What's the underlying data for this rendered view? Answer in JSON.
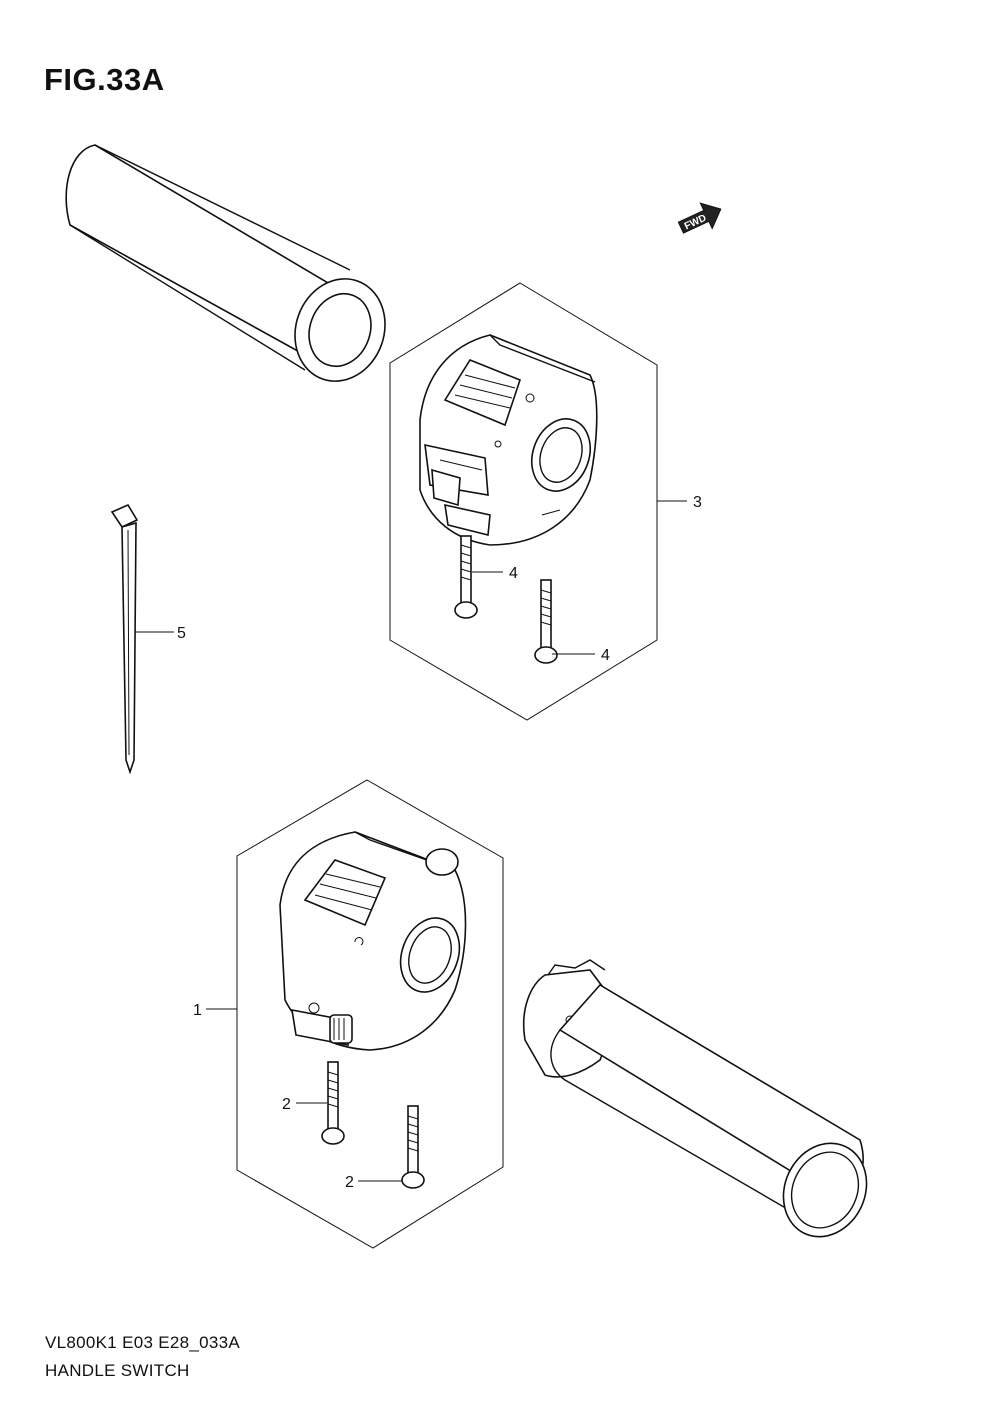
{
  "figure": {
    "title": "FIG.33A"
  },
  "fwd_badge": {
    "label": "FWD",
    "icon": "fwd-arrow-icon"
  },
  "callouts": [
    {
      "id": "c1",
      "number": "1"
    },
    {
      "id": "c2a",
      "number": "2"
    },
    {
      "id": "c2b",
      "number": "2"
    },
    {
      "id": "c3",
      "number": "3"
    },
    {
      "id": "c4a",
      "number": "4"
    },
    {
      "id": "c4b",
      "number": "4"
    },
    {
      "id": "c5",
      "number": "5"
    }
  ],
  "footer": {
    "code": "VL800K1 E03 E28_033A",
    "name": "HANDLE SWITCH"
  },
  "colors": {
    "ink": "#111111",
    "background": "#ffffff"
  }
}
